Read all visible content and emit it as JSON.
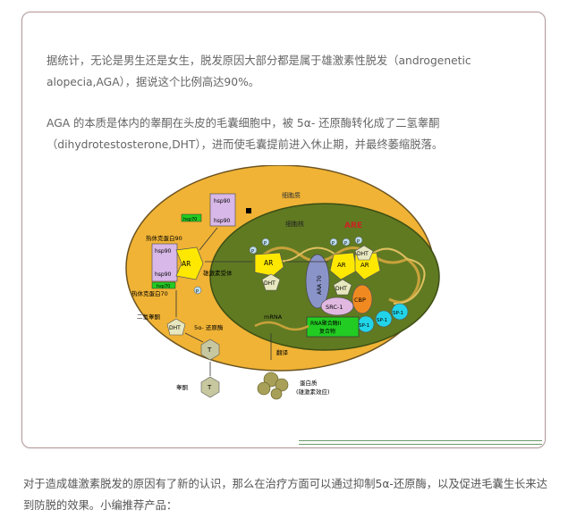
{
  "paragraphs": {
    "p1": "据统计，无论是男生还是女生，脱发原因大部分都是属于雄激素性脱发（androgenetic alopecia,AGA），据说这个比例高达90%。",
    "p2": "AGA 的本质是体内的睾酮在头皮的毛囊细胞中，被 5α- 还原酶转化成了二氢睾酮（dihydrotestosterone,DHT），进而使毛囊提前进入休止期，并最终萎缩脱落。",
    "p3": "对于造成雄激素脱发的原因有了新的认识，那么在治疗方面可以通过抑制5α-还原酶，以及促进毛囊生长来达到防脱的效果。小编推荐产品："
  },
  "figure": {
    "cytoplasm": "细胞质",
    "nucleus": "细胞核",
    "are": "ARE",
    "hsp90": "hsp90",
    "hsp70": "hsp70",
    "hsp_label": "热休克蛋白90",
    "hsp_label2": "热休克蛋白70",
    "ar": "AR",
    "receptor": "雄激素受体",
    "dht": "DHT",
    "p": "P",
    "dht_label": "二氢睾酮",
    "reductase": "5α- 还原酶",
    "t": "T",
    "testosterone": "睾酮",
    "ara70": "ARA 70",
    "src1": "SRC-1",
    "cbp": "CBP",
    "sp1": "SP-1",
    "rnapol_1": "RNA聚合酶II",
    "rnapol_2": "复合物",
    "mrna": "mRNA",
    "translate": "翻译",
    "protein_1": "蛋白质",
    "protein_2": "(雄激素效应)"
  }
}
